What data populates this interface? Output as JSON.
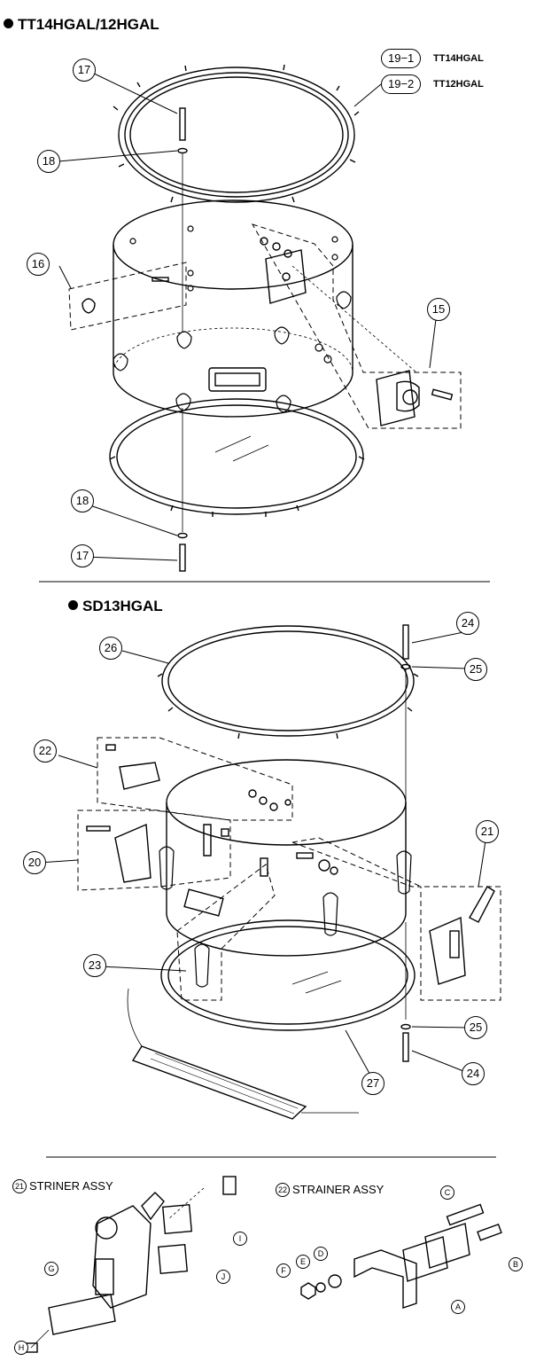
{
  "sections": {
    "top": {
      "title": "TT14HGAL/12HGAL"
    },
    "middle": {
      "title": "SD13HGAL"
    }
  },
  "legend": {
    "item1": {
      "code": "19−1",
      "model": "TT14HGAL"
    },
    "item2": {
      "code": "19−2",
      "model": "TT12HGAL"
    }
  },
  "callouts": {
    "c15": "15",
    "c16": "16",
    "c17a": "17",
    "c17b": "17",
    "c18a": "18",
    "c18b": "18",
    "c20": "20",
    "c21": "21",
    "c22": "22",
    "c23": "23",
    "c24a": "24",
    "c24b": "24",
    "c25a": "25",
    "c25b": "25",
    "c26": "26",
    "c27": "27"
  },
  "assemblies": {
    "striner": {
      "num": "21",
      "label": "STRINER ASSY"
    },
    "strainer": {
      "num": "22",
      "label": "STRAINER ASSY"
    }
  },
  "letters": {
    "A": "A",
    "B": "B",
    "C": "C",
    "D": "D",
    "E": "E",
    "F": "F",
    "G": "G",
    "H": "H",
    "I": "I",
    "J": "J"
  }
}
